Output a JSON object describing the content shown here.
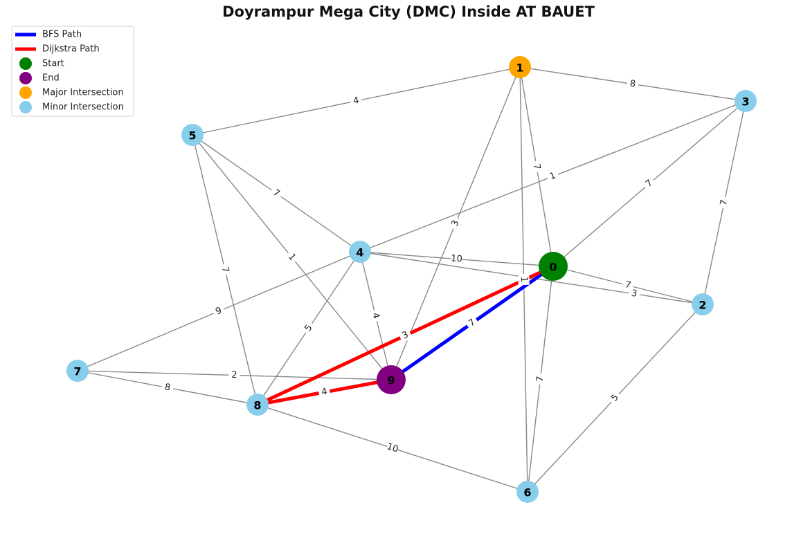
{
  "title": "Doyrampur Mega City (DMC) Inside AT BAUET",
  "legend": [
    {
      "label": "BFS Path",
      "kind": "line",
      "color": "#0000ff"
    },
    {
      "label": "Dijkstra Path",
      "kind": "line",
      "color": "#ff0000"
    },
    {
      "label": "Start",
      "kind": "dot",
      "color": "#008000"
    },
    {
      "label": "End",
      "kind": "dot",
      "color": "#800080"
    },
    {
      "label": "Major Intersection",
      "kind": "dot",
      "color": "#ffa500"
    },
    {
      "label": "Minor Intersection",
      "kind": "dot",
      "color": "#87ceeb"
    }
  ],
  "colors": {
    "edge": "#888888",
    "bfs": "#0000ff",
    "dijkstra": "#ff0000",
    "start": "#008000",
    "end": "#800080",
    "major": "#ffa500",
    "minor": "#87ceeb"
  },
  "nodes": [
    {
      "id": "0",
      "role": "start"
    },
    {
      "id": "1",
      "role": "major"
    },
    {
      "id": "2",
      "role": "minor"
    },
    {
      "id": "3",
      "role": "minor"
    },
    {
      "id": "4",
      "role": "minor"
    },
    {
      "id": "5",
      "role": "minor"
    },
    {
      "id": "6",
      "role": "minor"
    },
    {
      "id": "7",
      "role": "minor"
    },
    {
      "id": "8",
      "role": "minor"
    },
    {
      "id": "9",
      "role": "end"
    }
  ],
  "edges": [
    {
      "u": "1",
      "v": "5",
      "weight": "4"
    },
    {
      "u": "1",
      "v": "3",
      "weight": "8"
    },
    {
      "u": "1",
      "v": "0",
      "weight": "7"
    },
    {
      "u": "1",
      "v": "9",
      "weight": "3"
    },
    {
      "u": "1",
      "v": "6",
      "weight": "1"
    },
    {
      "u": "3",
      "v": "4",
      "weight": "1"
    },
    {
      "u": "3",
      "v": "0",
      "weight": "7"
    },
    {
      "u": "3",
      "v": "2",
      "weight": "7"
    },
    {
      "u": "5",
      "v": "4",
      "weight": "7"
    },
    {
      "u": "5",
      "v": "9",
      "weight": "1"
    },
    {
      "u": "5",
      "v": "8",
      "weight": "7"
    },
    {
      "u": "4",
      "v": "0",
      "weight": "10"
    },
    {
      "u": "4",
      "v": "2",
      "weight": "3"
    },
    {
      "u": "4",
      "v": "7",
      "weight": "9"
    },
    {
      "u": "4",
      "v": "9",
      "weight": "4"
    },
    {
      "u": "4",
      "v": "8",
      "weight": "5"
    },
    {
      "u": "0",
      "v": "2",
      "weight": "7"
    },
    {
      "u": "0",
      "v": "6",
      "weight": "7"
    },
    {
      "u": "0",
      "v": "9",
      "weight": "7",
      "path": "bfs"
    },
    {
      "u": "0",
      "v": "8",
      "weight": "3",
      "path": "dijkstra"
    },
    {
      "u": "2",
      "v": "6",
      "weight": "5"
    },
    {
      "u": "7",
      "v": "9",
      "weight": "2"
    },
    {
      "u": "7",
      "v": "8",
      "weight": "8"
    },
    {
      "u": "8",
      "v": "9",
      "weight": "4",
      "path": "dijkstra"
    },
    {
      "u": "8",
      "v": "6",
      "weight": "10"
    }
  ]
}
